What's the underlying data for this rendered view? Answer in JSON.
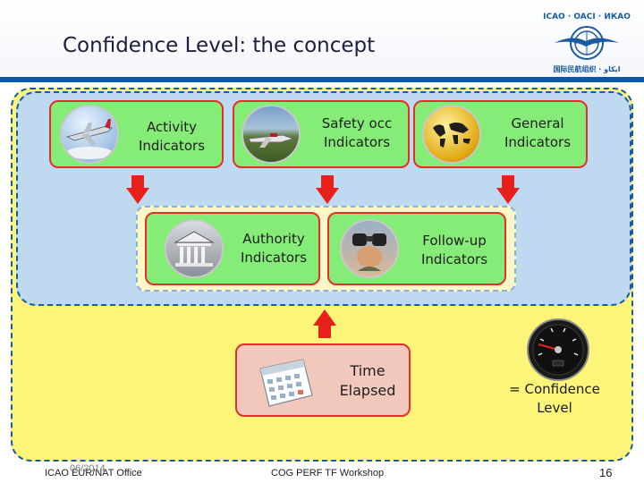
{
  "slide": {
    "title": "Confidence Level: the concept",
    "cards": {
      "activity": "Activity\nIndicators",
      "safety": "Safety occ\nIndicators",
      "general": "General\nIndicators",
      "authority": "Authority\nIndicators",
      "followup": "Follow-up\nIndicators",
      "time": "Time\nElapsed"
    },
    "confidence": "= Confidence\nLevel"
  },
  "footer": {
    "office": "ICAO EUR/NAT Office",
    "date": "06/2014",
    "workshop": "COG PERF TF Workshop",
    "page": "16"
  },
  "colors": {
    "outer_fill": "#fdf57a",
    "inner_fill": "#bfd9f1",
    "card_fill": "#86ec78",
    "card_border": "#e23028",
    "arrow": "#e8201c",
    "header_bar": "#0b5aa8"
  }
}
